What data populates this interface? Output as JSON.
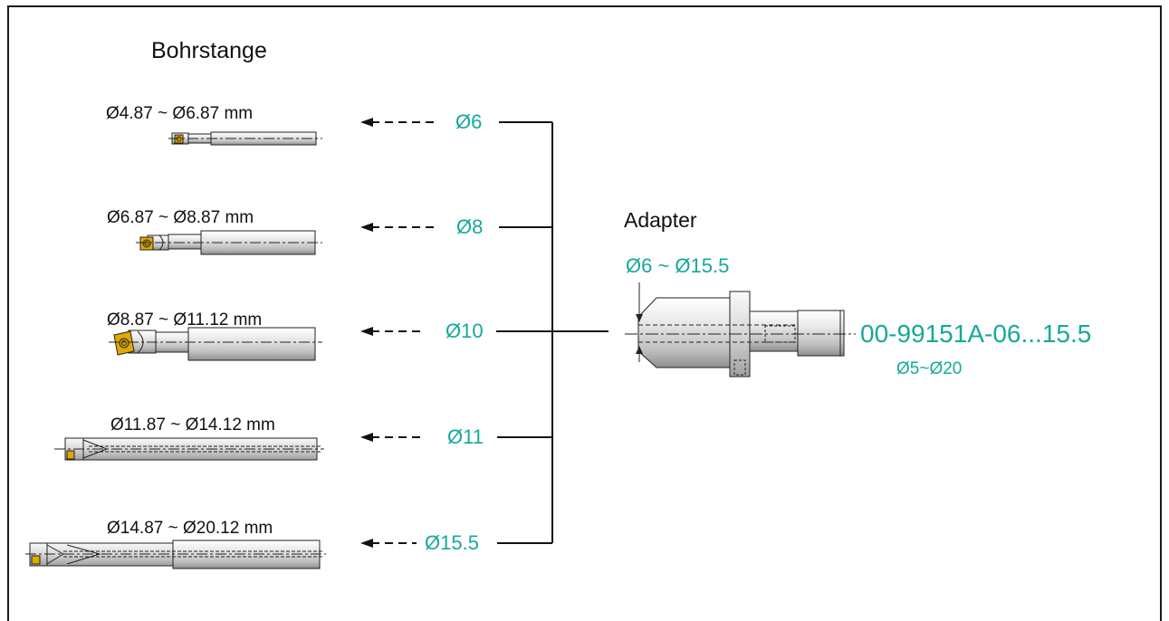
{
  "section_title": "Bohrstange",
  "adapter_title": "Adapter",
  "bars": [
    {
      "range": "Ø4.87 ~ Ø6.87 mm",
      "shank": "Ø6"
    },
    {
      "range": "Ø6.87 ~ Ø8.87 mm",
      "shank": "Ø8"
    },
    {
      "range": "Ø8.87 ~ Ø11.12 mm",
      "shank": "Ø10"
    },
    {
      "range": "Ø11.87 ~ Ø14.12 mm",
      "shank": "Ø11"
    },
    {
      "range": "Ø14.87 ~ Ø20.12 mm",
      "shank": "Ø15.5"
    }
  ],
  "adapter": {
    "bore_range": "Ø6 ~ Ø15.5",
    "part_number": "00-99151A-06...15.5",
    "shank_range": "Ø5~Ø20"
  },
  "colors": {
    "accent": "#16a89b",
    "line": "#111111",
    "insert": "#e0a800"
  }
}
